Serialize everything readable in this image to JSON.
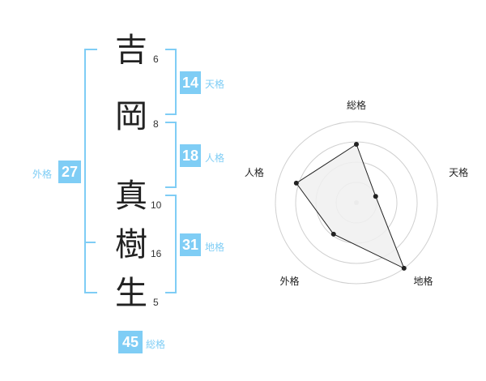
{
  "name": {
    "characters": [
      {
        "char": "吉",
        "strokes": "6"
      },
      {
        "char": "岡",
        "strokes": "8"
      },
      {
        "char": "真",
        "strokes": "10"
      },
      {
        "char": "樹",
        "strokes": "16"
      },
      {
        "char": "生",
        "strokes": "5"
      }
    ]
  },
  "fortunes": {
    "tenkaku": {
      "value": "14",
      "label": "天格"
    },
    "jinkaku": {
      "value": "18",
      "label": "人格"
    },
    "chikaku": {
      "value": "31",
      "label": "地格"
    },
    "gaikaku": {
      "value": "27",
      "label": "外格"
    },
    "soukaku": {
      "value": "45",
      "label": "総格"
    }
  },
  "chart_data": {
    "type": "radar",
    "categories": [
      "総格",
      "天格",
      "地格",
      "外格",
      "人格"
    ],
    "values": [
      0.72,
      0.25,
      1.0,
      0.48,
      0.78
    ],
    "range": [
      0,
      1
    ],
    "rings": 4,
    "colors": {
      "fill": "#f0f0f0",
      "line": "#222222",
      "grid": "#d0d0d0"
    }
  },
  "colors": {
    "accent": "#7fcdf5",
    "text": "#222222"
  }
}
